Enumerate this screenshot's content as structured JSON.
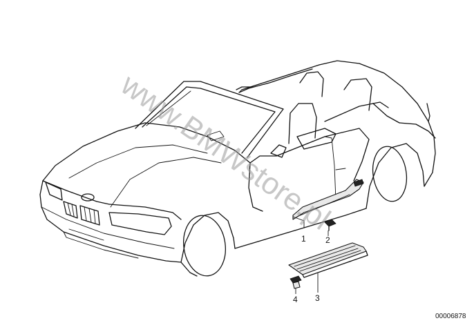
{
  "callouts": [
    {
      "number": "1"
    },
    {
      "number": "2"
    },
    {
      "number": "3"
    },
    {
      "number": "4"
    }
  ],
  "watermark": "www.BMWstore.pl",
  "document_number": "00006878"
}
